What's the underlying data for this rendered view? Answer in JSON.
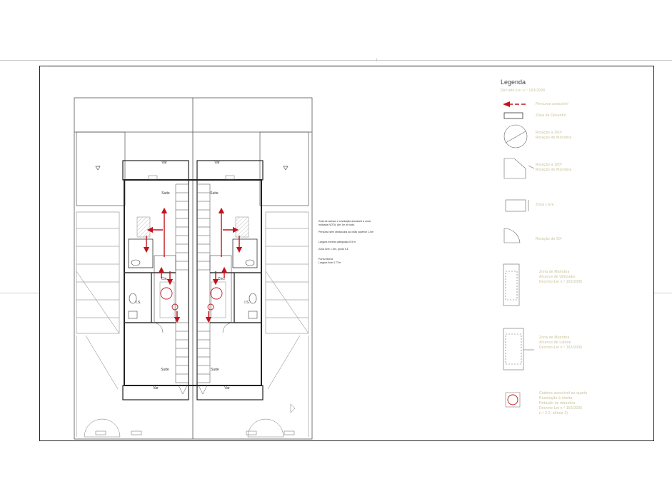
{
  "legend": {
    "title": "Legenda",
    "subtitle": "Decreto-Lei n.º 163/2006",
    "items": [
      "Percurso acessível",
      "Zona de Desenho",
      "Rotação a 360º\nRotação de Manobra",
      "Rotação a 180º\nRotação de Manobra",
      "Zona Livre",
      "Rotação de 90º",
      "Zona de Manobra\nAlcance de Utilizador\nDecreto-Lei n.º 163/2006",
      "Zona de Manobra\nAlcance de Lateral\nDecreto-Lei n.º 163/2006",
      "Cadeira acessível ao quarto\nResolução à direita\nRotação de manobra\nDecreto-Lei n.º 163/2006\nn.º 2.2, alínea 2)"
    ]
  },
  "notes": [
    "Rota de acesso e circulação acessível à zona indicada NOTA: Até 1m de lado.\n\nPercurso sem obstáculos ao chão superior 1.5m",
    "Largura mínima adequada 0.9 m\n\nZona livre 1.5m, ponto 5.1",
    "Porta interior\nLargura livre 0.77m"
  ],
  "rooms": {
    "suite_top_left": "Suite",
    "suite_top_right": "Suite",
    "suite_bottom_left": "Suite",
    "suite_bottom_right": "Suite",
    "wc_left": "I.S.",
    "wc_right": "I.S.",
    "var_top_left": "Var",
    "var_top_right": "Var",
    "var_bottom_left": "Var",
    "var_bottom_right": "Var",
    "circ_left": "Circ.",
    "circ_right": "Circ."
  },
  "colors": {
    "line": "#333333",
    "accent": "#c0141c",
    "legend_text": "#c9c19a",
    "hatch": "#d8d8d8"
  }
}
